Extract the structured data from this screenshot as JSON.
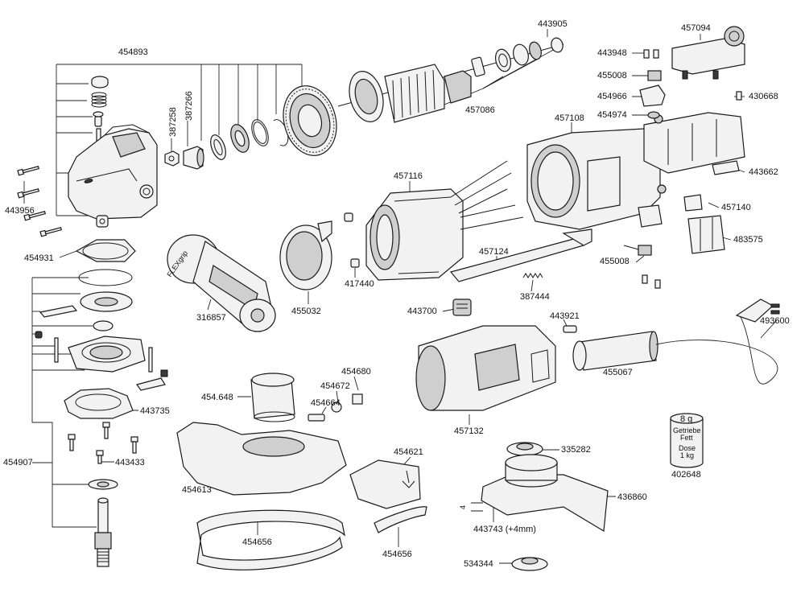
{
  "labels": {
    "p454893": "454893",
    "p443905": "443905",
    "p457094": "457094",
    "p443948": "443948",
    "p455008a": "455008",
    "p454966": "454966",
    "p430668": "430668",
    "p454974": "454974",
    "p457086": "457086",
    "p457108": "457108",
    "p387258": "387258",
    "p387266": "387266",
    "p443956": "443956",
    "p457116": "457116",
    "p443662": "443662",
    "p457140": "457140",
    "p483575": "483575",
    "p455008b": "455008",
    "p454931": "454931",
    "p455032": "455032",
    "p417440": "417440",
    "p457124": "457124",
    "p387444": "387444",
    "p316857": "316857",
    "p443700": "443700",
    "p443921": "443921",
    "p493600": "493600",
    "p455067": "455067",
    "p454680": "454680",
    "p454672": "454672",
    "p454648": "454.648",
    "p454664": "454664",
    "p443735": "443735",
    "p457132": "457132",
    "p454907": "454907",
    "p443433": "443433",
    "p454621": "454621",
    "p335282": "335282",
    "p454613": "454613",
    "p436860": "436860",
    "p402648": "402648",
    "p454656a": "454656",
    "p454656b": "454656",
    "p443743": "443743 (+4mm)",
    "p534344": "534344",
    "dim4": "4"
  },
  "grease_tub": {
    "amount": "8 g",
    "line1": "Getriebe",
    "line2": "Fett",
    "line3": "Dose",
    "line4": "1 kg"
  },
  "handle_brand": "FLEXgrip"
}
